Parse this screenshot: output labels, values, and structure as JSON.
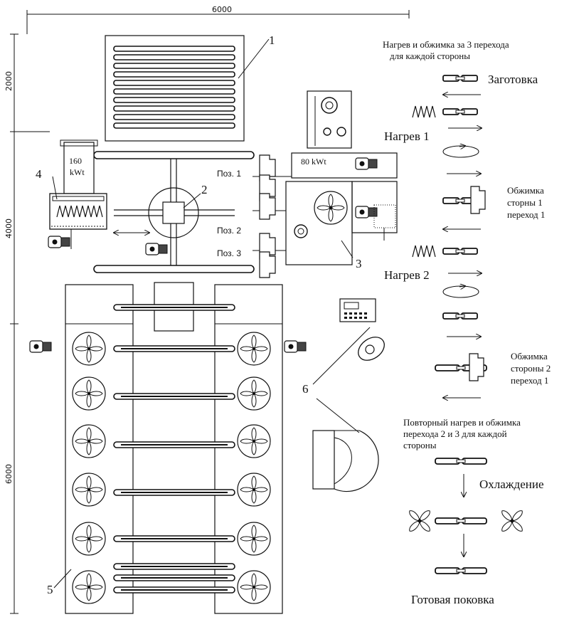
{
  "dimensions": {
    "top": "6000",
    "left_upper": "2000",
    "left_middle": "4000",
    "left_lower": "6000"
  },
  "equipment": {
    "callouts": [
      "1",
      "2",
      "3",
      "4",
      "5",
      "6"
    ],
    "heater_small_power": [
      "160",
      "kWt"
    ],
    "heater_large_power": "80 kWt",
    "positions": [
      "Поз. 1",
      "Поз. 2",
      "Поз. 3"
    ]
  },
  "process": {
    "header": [
      "Нагрев и обжимка за 3 перехода",
      "для каждой стороны"
    ],
    "blank": "Заготовка",
    "heat1": "Нагрев 1",
    "crimp1": [
      "Обжимка",
      "сторны 1",
      "переход 1"
    ],
    "heat2": "Нагрев 2",
    "crimp2": [
      "Обжимка",
      "стороны 2",
      "переход 1"
    ],
    "repeat": [
      "Повторный нагрев и обжимка",
      "перехода 2 и 3 для каждой",
      "стороны"
    ],
    "cooling": "Охлаждение",
    "finished": "Готовая поковка"
  }
}
